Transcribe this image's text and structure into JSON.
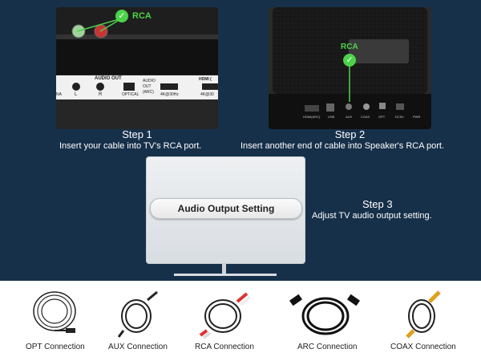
{
  "steps": [
    {
      "title": "Step 1",
      "desc": "Insert your cable into TV's RCA port."
    },
    {
      "title": "Step 2",
      "desc": "Insert another end of cable into Speaker's RCA port."
    },
    {
      "title": "Step 3",
      "desc": "Adjust TV audio output setting."
    }
  ],
  "panel1": {
    "rca_label": "RCA",
    "audio_out": "AUDIO OUT",
    "port_l": "L",
    "port_r": "R",
    "optical": "OPTICAL",
    "arc_lines": [
      "AUDIO",
      "OUT",
      "(ARC)"
    ],
    "hdmi": "4K@30Hz",
    "hdmi2_top": "HDMI (",
    "hdmi2_bot": "4K@30",
    "ana": "NA"
  },
  "panel2": {
    "rca_label": "RCA",
    "ports": [
      "HDMI(ARC)",
      "USB",
      "AUX",
      "COAX",
      "OPT",
      "DC5V",
      "PWR"
    ]
  },
  "tv": {
    "button_label": "Audio Output Setting"
  },
  "cables": [
    {
      "label": "OPT Connection"
    },
    {
      "label": "AUX Connection"
    },
    {
      "label": "RCA Connection"
    },
    {
      "label": "ARC Connection"
    },
    {
      "label": "COAX Connection"
    }
  ],
  "colors": {
    "background": "#17304a",
    "accent_green": "#4dd34a"
  }
}
